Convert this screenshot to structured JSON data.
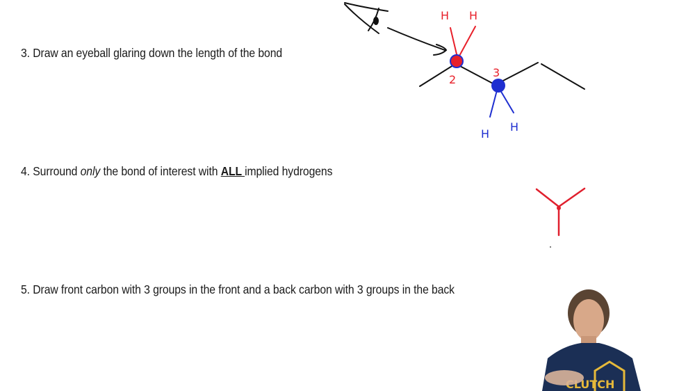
{
  "slide": {
    "steps": [
      {
        "number": "3.",
        "text": "Draw an eyeball glaring down the length of the bond"
      },
      {
        "number": "4.",
        "text_before": "Surround ",
        "emphasis": "only",
        "text_middle": " the bond of interest with ",
        "strong": "ALL ",
        "text_after": "implied hydrogens"
      },
      {
        "number": "5.",
        "text": "Draw front carbon with 3 groups in the front and a back carbon with 3 groups in the back"
      }
    ]
  },
  "drawing": {
    "front_carbon": {
      "label": "2",
      "color": "#e8202a",
      "h_labels": [
        "H",
        "H"
      ]
    },
    "back_carbon": {
      "label": "3",
      "color": "#1f2fd0",
      "h_labels": [
        "H",
        "H"
      ]
    },
    "newman_front_color": "#e01f2d"
  },
  "presenter": {
    "shirt_text": "CLUTCH",
    "shirt_color": "#1b2f55",
    "logo_color": "#e6b93a"
  }
}
